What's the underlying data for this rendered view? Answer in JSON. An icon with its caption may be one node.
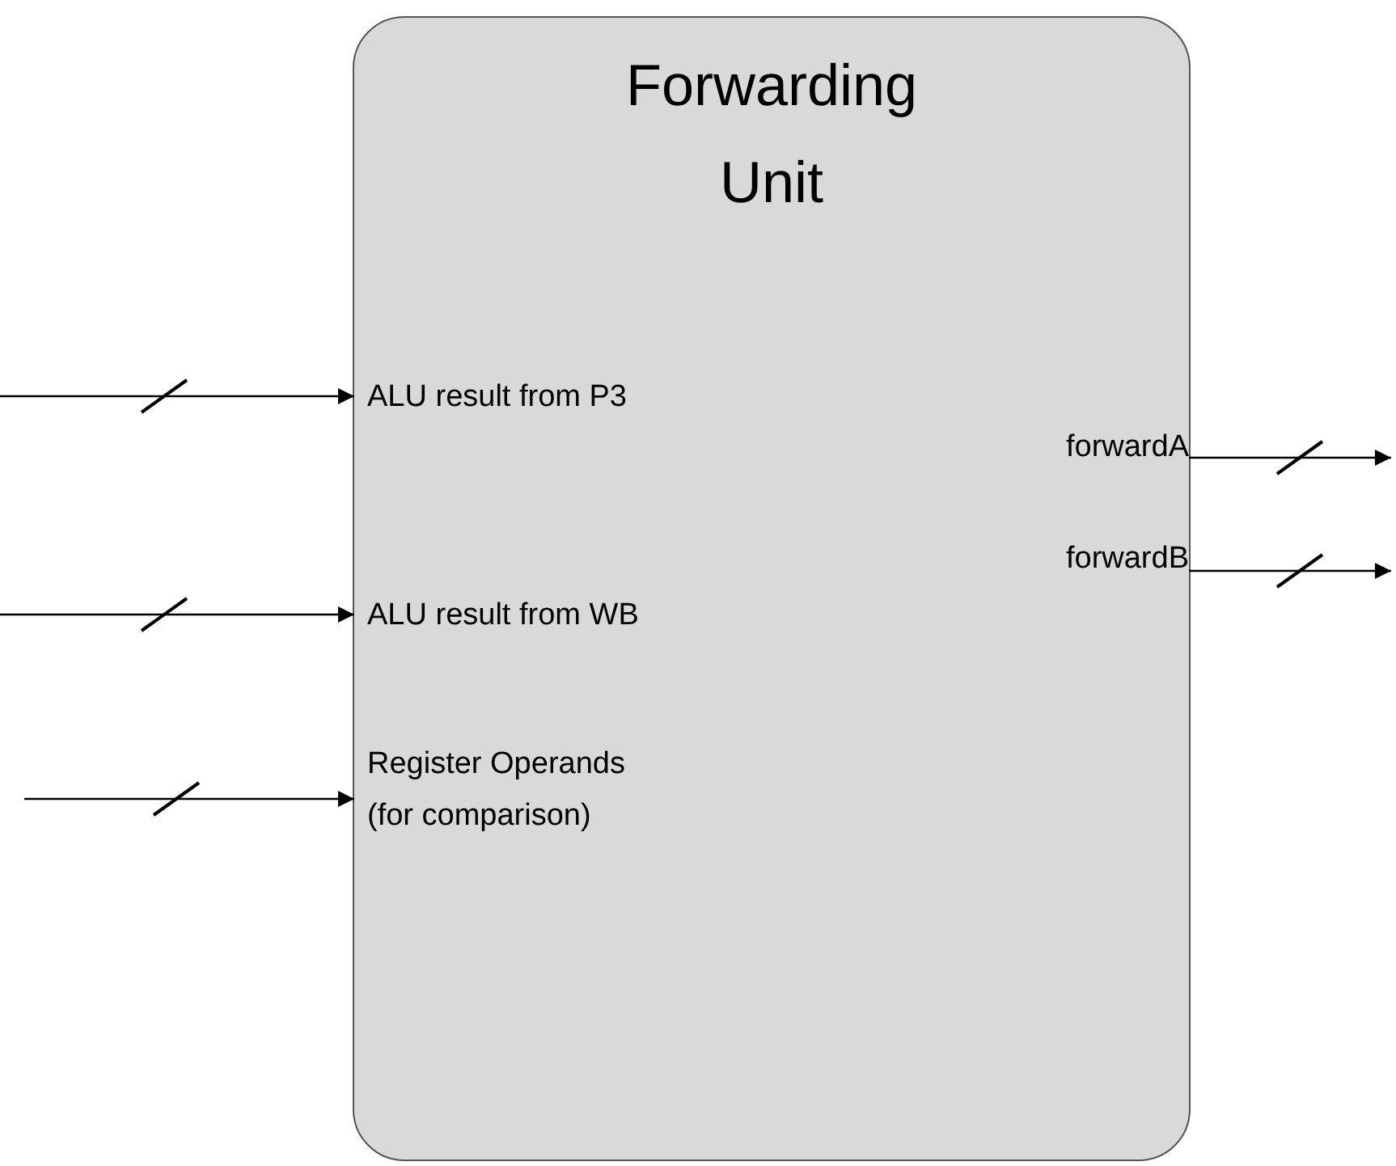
{
  "diagram": {
    "nodes": [
      {
        "text": [
          "Forwarding Unit"
        ]
      },
      {
        "text": [
          "ALU result from P3"
        ],
        "in": 0
      },
      {
        "text": [
          "ALU result from WB"
        ],
        "in": 0
      },
      {
        "text": [
          "Register Operands (for comparison)"
        ],
        "in": 0
      },
      {
        "text": [
          "forwardA"
        ],
        "in": 0
      },
      {
        "text": [
          "forwardB"
        ],
        "in": 0
      }
    ],
    "edges": [
      {
        "from": null,
        "to": 1,
        "arrow": "to"
      },
      {
        "from": null,
        "to": 2,
        "arrow": "to"
      },
      {
        "from": null,
        "to": 3,
        "arrow": "to"
      },
      {
        "from": 4,
        "to": null,
        "arrow": "to"
      },
      {
        "from": 5,
        "to": null,
        "arrow": "to"
      }
    ]
  }
}
